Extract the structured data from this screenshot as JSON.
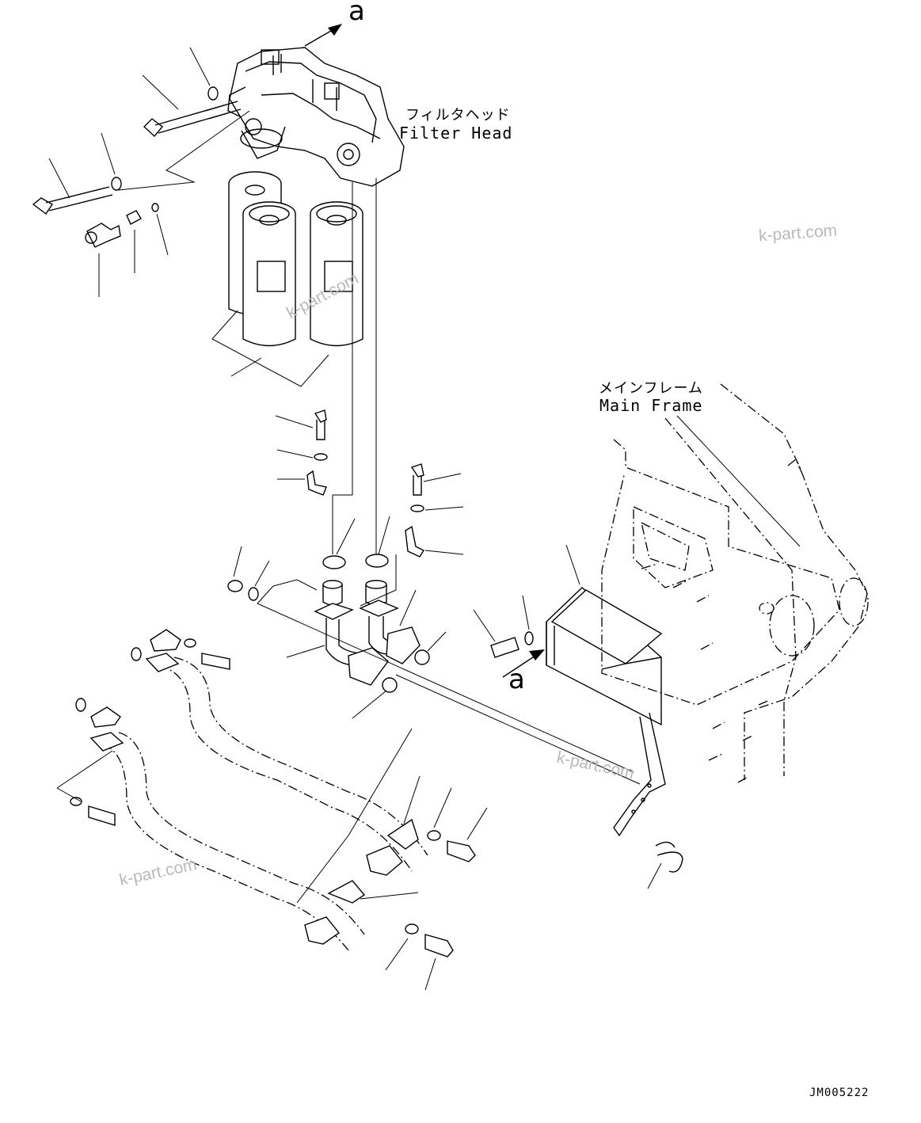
{
  "labels": {
    "filter_head_jp": "フィルタヘッド",
    "filter_head_en": "Filter Head",
    "main_frame_jp": "メインフレーム",
    "main_frame_en": "Main Frame",
    "view_arrow_top": "a",
    "view_arrow_mid": "a"
  },
  "watermarks": [
    "k-part.com",
    "k-part.com",
    "k-part.com",
    "k-part.com"
  ],
  "drawing_code": "JM005222",
  "colors": {
    "line": "#000000",
    "watermark": "#b9b9b9",
    "background": "#ffffff"
  }
}
